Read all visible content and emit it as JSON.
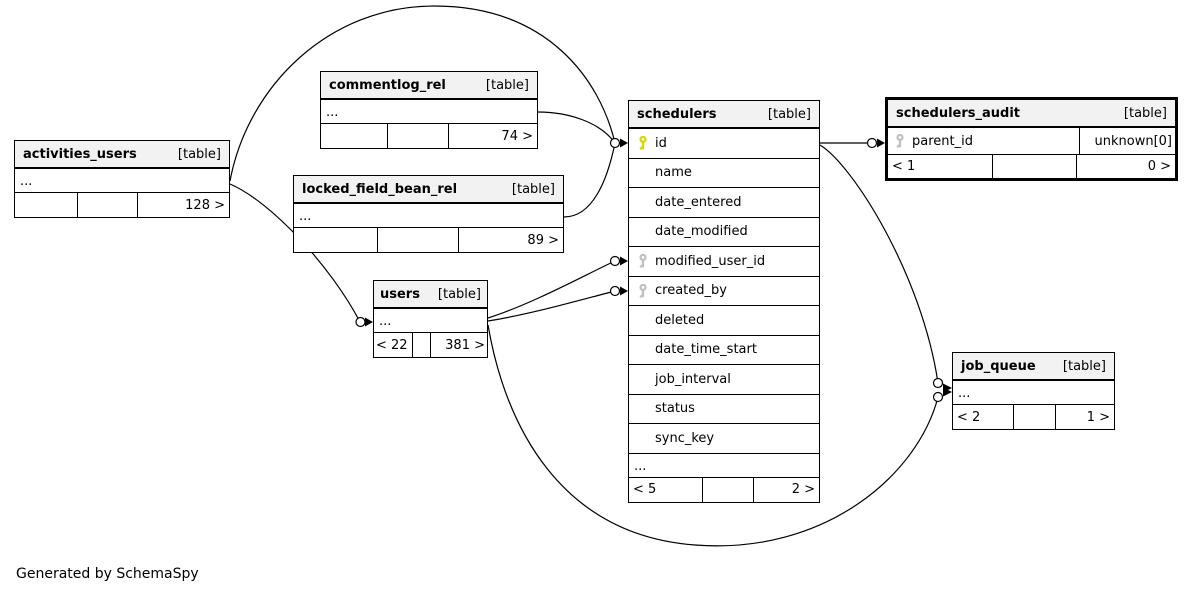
{
  "note": "Generated by SchemaSpy",
  "colors": {
    "header_bg": "#f2f2f2",
    "border": "#000000",
    "primary_key": "#d8d800",
    "foreign_key": "#c0c0c0"
  },
  "tables": [
    {
      "name": "activities_users",
      "tag": "[table]",
      "ellipsis": "...",
      "footer": [
        "",
        "",
        "128 >"
      ]
    },
    {
      "name": "commentlog_rel",
      "tag": "[table]",
      "ellipsis": "...",
      "footer": [
        "",
        "",
        "74 >"
      ]
    },
    {
      "name": "locked_field_bean_rel",
      "tag": "[table]",
      "ellipsis": "...",
      "footer": [
        "",
        "",
        "89 >"
      ]
    },
    {
      "name": "users",
      "tag": "[table]",
      "ellipsis": "...",
      "footer": [
        "< 22",
        "",
        "381 >"
      ]
    },
    {
      "name": "schedulers",
      "tag": "[table]",
      "columns": [
        {
          "name": "id",
          "key": "primary"
        },
        {
          "name": "name",
          "key": ""
        },
        {
          "name": "date_entered",
          "key": ""
        },
        {
          "name": "date_modified",
          "key": ""
        },
        {
          "name": "modified_user_id",
          "key": "foreign"
        },
        {
          "name": "created_by",
          "key": "foreign"
        },
        {
          "name": "deleted",
          "key": ""
        },
        {
          "name": "date_time_start",
          "key": ""
        },
        {
          "name": "job_interval",
          "key": ""
        },
        {
          "name": "status",
          "key": ""
        },
        {
          "name": "sync_key",
          "key": ""
        }
      ],
      "ellipsis": "...",
      "footer": [
        "< 5",
        "",
        "2 >"
      ]
    },
    {
      "name": "schedulers_audit",
      "tag": "[table]",
      "columns": [
        {
          "name": "parent_id",
          "key": "foreign",
          "type": "unknown[0]"
        }
      ],
      "footer": [
        "< 1",
        "",
        "0 >"
      ]
    },
    {
      "name": "job_queue",
      "tag": "[table]",
      "ellipsis": "...",
      "footer": [
        "< 2",
        "",
        "1 >"
      ]
    }
  ]
}
